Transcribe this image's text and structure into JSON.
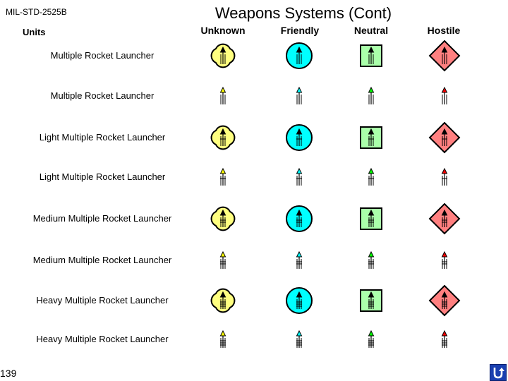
{
  "header": {
    "standard": "MIL-STD-2525B",
    "title": "Weapons Systems (Cont)",
    "units_heading": "Units"
  },
  "columns": [
    {
      "label": "Unknown",
      "affiliation": "unknown",
      "frame_fill": "#ffff80",
      "icon_color": "#ffff00"
    },
    {
      "label": "Friendly",
      "affiliation": "friendly",
      "frame_fill": "#00ffff",
      "icon_color": "#00ffff"
    },
    {
      "label": "Neutral",
      "affiliation": "neutral",
      "frame_fill": "#aaffaa",
      "icon_color": "#00ff00"
    },
    {
      "label": "Hostile",
      "affiliation": "hostile",
      "frame_fill": "#ff8080",
      "icon_color": "#ff0000"
    }
  ],
  "rows": [
    {
      "label": "Multiple Rocket Launcher",
      "framed": true,
      "size": 0
    },
    {
      "label": "Multiple Rocket Launcher",
      "framed": false,
      "size": 0
    },
    {
      "label": "Light Multiple Rocket Launcher",
      "framed": true,
      "size": 1
    },
    {
      "label": "Light Multiple Rocket Launcher",
      "framed": false,
      "size": 1
    },
    {
      "label": "Medium Multiple Rocket Launcher",
      "framed": true,
      "size": 2
    },
    {
      "label": "Medium Multiple Rocket Launcher",
      "framed": false,
      "size": 2
    },
    {
      "label": "Heavy Multiple Rocket Launcher",
      "framed": true,
      "size": 3
    },
    {
      "label": "Heavy Multiple Rocket Launcher",
      "framed": false,
      "size": 3
    }
  ],
  "footer": {
    "page_number": "139",
    "return_icon": "return-arrow-icon",
    "return_color": "#1a3fb0"
  }
}
